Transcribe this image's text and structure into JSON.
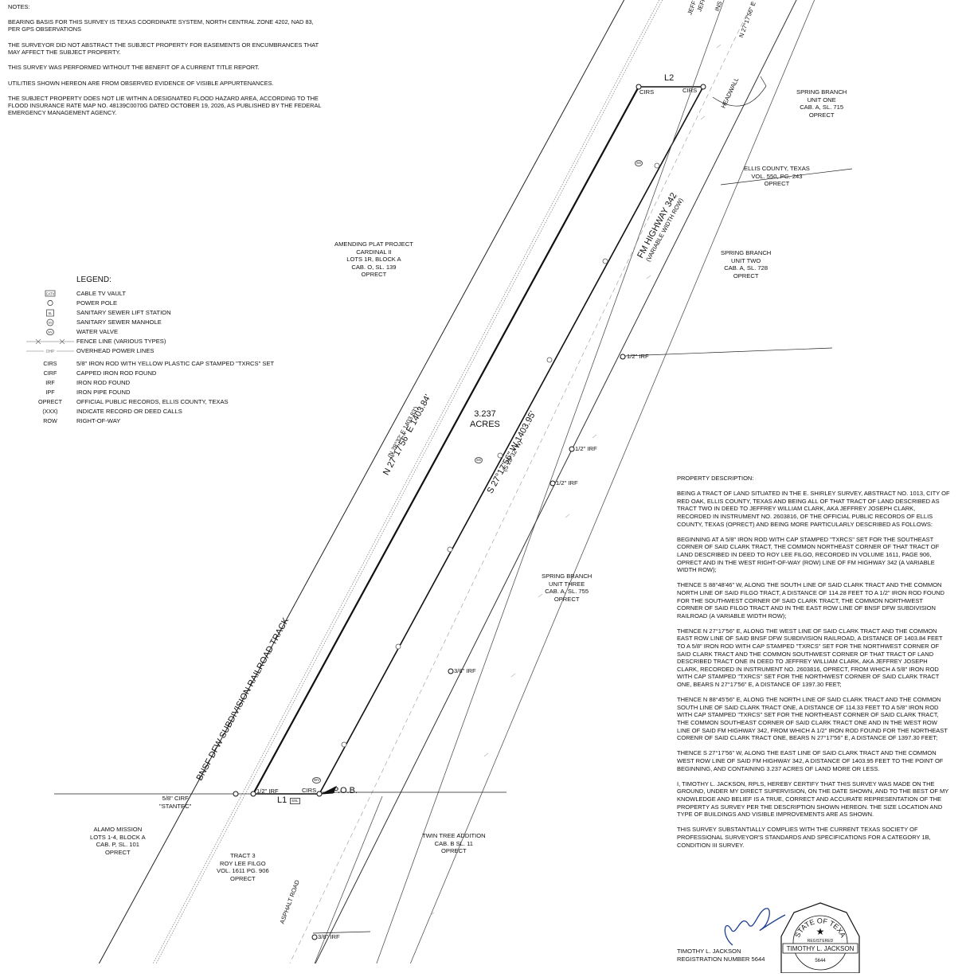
{
  "notes": {
    "header": "NOTES:",
    "lines": [
      "BEARING BASIS FOR THIS SURVEY IS TEXAS COORDINATE SYSTEM, NORTH CENTRAL ZONE 4202, NAD 83, PER GPS OBSERVATIONS",
      "THE SURVEYOR DID NOT ABSTRACT THE SUBJECT PROPERTY FOR EASEMENTS OR ENCUMBRANCES THAT MAY AFFECT THE SUBJECT PROPERTY.",
      "THIS SURVEY WAS PERFORMED WITHOUT THE BENEFIT OF A CURRENT TITLE REPORT.",
      "UTILITIES SHOWN HEREON ARE FROM OBSERVED EVIDENCE OF VISIBLE APPURTENANCES.",
      "THE SUBJECT PROPERTY DOES NOT LIE WITHIN A DESIGNATED FLOOD HAZARD AREA, ACCORDING TO THE FLOOD INSURANCE RATE MAP NO. 48139C0070G DATED OCTOBER 19, 2026, AS PUBLISHED BY THE FEDERAL EMERGENCY MANAGEMENT AGENCY."
    ]
  },
  "legend": {
    "title": "LEGEND:",
    "symbol_items": [
      {
        "icon": "cable-tv-vault-icon",
        "text": "CABLE TV VAULT"
      },
      {
        "icon": "power-pole-icon",
        "text": "POWER POLE"
      },
      {
        "icon": "sewer-lift-station-icon",
        "text": "SANITARY SEWER LIFT STATION"
      },
      {
        "icon": "sewer-manhole-icon",
        "text": "SANITARY SEWER MANHOLE"
      },
      {
        "icon": "water-valve-icon",
        "text": "WATER VALVE"
      },
      {
        "icon": "fence-line-icon",
        "text": "FENCE LINE (VARIOUS TYPES)"
      },
      {
        "icon": "overhead-power-line-icon",
        "text": "OVERHEAD POWER LINES"
      }
    ],
    "symbol_marks": {
      "tv": "CATV",
      "ssl": "SL",
      "ss": "SS",
      "wv": "WV",
      "ohp": "OHP"
    },
    "abbr_items": [
      {
        "abbr": "CIRS",
        "text": "5/8\" IRON ROD  WITH YELLOW PLASTIC CAP STAMPED \"TXRCS\" SET"
      },
      {
        "abbr": "CIRF",
        "text": "CAPPED IRON ROD FOUND"
      },
      {
        "abbr": "IRF",
        "text": "IRON ROD FOUND"
      },
      {
        "abbr": "IPF",
        "text": "IRON PIPE FOUND"
      },
      {
        "abbr": "OPRECT",
        "text": "OFFICIAL PUBLIC RECORDS, ELLIS COUNTY, TEXAS"
      },
      {
        "abbr": "(XXX)",
        "text": "INDICATE RECORD OR DEED CALLS"
      },
      {
        "abbr": "ROW",
        "text": "RIGHT-OF-WAY"
      }
    ]
  },
  "map": {
    "tracts": {
      "spring_branch_one": [
        "SPRING BRANCH",
        "UNIT ONE",
        "CAB. A, SL. 715",
        "OPRECT"
      ],
      "ellis_county": [
        "ELLIS COUNTY, TEXAS",
        "VOL. 550, PG. 243",
        "OPRECT"
      ],
      "spring_branch_two": [
        "SPRING BRANCH",
        "UNIT TWO",
        "CAB. A, SL. 728",
        "OPRECT"
      ],
      "amending_plat": [
        "AMENDING PLAT PROJECT",
        "CARDINAL II",
        "LOTS 1R, BLOCK A",
        "CAB. O, SL. 139",
        "OPRECT"
      ],
      "spring_branch_three": [
        "SPRING BRANCH",
        "UNIT THREE",
        "CAB. A, SL. 755",
        "OPRECT"
      ],
      "alamo_mission": [
        "ALAMO MISSION",
        "LOTS 1-4, BLOCK A",
        "CAB. P, SL. 101",
        "OPRECT"
      ],
      "tract_3": [
        "TRACT 3",
        "ROY LEE FILGO",
        "VOL. 1611 PG. 906",
        "OPRECT"
      ],
      "twin_tree": [
        "TWIN TREE ADDITION",
        "CAB. B SL. 11",
        "OPRECT"
      ]
    },
    "acreage": [
      "3.237",
      "ACRES"
    ],
    "bearings": {
      "west_line": "N 27°17'56\" E  1403.84'",
      "west_record": "(N 28°32' E  1403.83')",
      "east_line": "S 27°17'56\" W  1403.95'",
      "east_record": "(S 28°32' W)",
      "top_right": "N 27°17'56\" E"
    },
    "road_names": {
      "highway": "FM HIGHWAY 342",
      "highway_sub": "(VARIABLE WIDTH ROW)",
      "railroad": "BNSF DFW SUBDIVISION RAILROAD TRACK",
      "asphalt": "ASPHALT ROAD",
      "headwall": "HEADWALL",
      "top_cut_1": "JEFF",
      "top_cut_2": "JEFF",
      "top_cut_3": "INS"
    },
    "points": {
      "cirs_top_left": "CIRS",
      "cirs_top_right": "CIRS",
      "l2": "L2",
      "l1": "L1",
      "irf_1": "1/2\" IRF",
      "irf_2": "1/2\" IRF",
      "irf_3": "1/2\" IRF",
      "irf_bottom": "1/2\" IRF",
      "irf_38": "3/8\" IRF",
      "irf_38_bottom": "3/8\" IRF",
      "cirs_bottom": "CIRS",
      "pob": "P.O.B.",
      "cirf_stantec_1": "5/8\" CIRF",
      "cirf_stantec_2": "\"STANTEC\""
    },
    "utility_marks": {
      "ss": "SS",
      "ssl": "SSL",
      "wv": "WV"
    }
  },
  "description": {
    "header": "PROPERTY DESCRIPTION:",
    "paragraphs": [
      "BEING A TRACT OF LAND SITUATED IN THE E. SHIRLEY SURVEY, ABSTRACT NO. 1013, CITY OF RED OAK, ELLIS COUNTY, TEXAS AND BEING ALL OF THAT TRACT OF LAND DESCRIBED AS TRACT TWO IN DEED TO JEFFREY WILLIAM CLARK, AKA JEFFREY JOSEPH CLARK, RECORDED IN INSTRUMENT NO. 2603816, OF THE OFFICIAL PUBLIC RECORDS OF ELLIS COUNTY, TEXAS (OPRECT) AND BEING MORE PARTICULARLY DESCRIBED AS FOLLOWS:",
      "BEGINNING AT A 5/8\" IRON ROD WITH CAP STAMPED \"TXRCS\" SET FOR THE SOUTHEAST CORNER OF SAID CLARK TRACT, THE COMMON NORTHEAST CORNER OF THAT TRACT OF LAND DESCRIBED IN DEED TO ROY LEE FILGO, RECORDED IN VOLUME 1611, PAGE 906, OPRECT AND IN THE WEST RIGHT-OF-WAY (ROW) LINE OF FM HIGHWAY 342 (A VARIABLE WIDTH ROW);",
      "THENCE S 88°48'46\" W, ALONG THE SOUTH LINE OF SAID CLARK TRACT AND THE COMMON NORTH LINE OF SAID FILGO TRACT, A DISTANCE OF 114.28 FEET TO A 1/2\" IRON ROD FOUND FOR THE SOUTHWEST CORNER OF SAID CLARK TRACT, THE COMMON NORTHWEST CORNER OF SAID FILGO TRACT AND IN THE EAST ROW LINE OF BNSF DFW SUBDIVISION RAILROAD (A VARIABLE WIDTH ROW);",
      "THENCE N 27°17'56\" E, ALONG THE WEST LINE OF SAID CLARK TRACT AND THE COMMON EAST ROW LINE OF SAID BNSF DFW SUBDIVISION RAILROAD, A DISTANCE OF 1403.84 FEET TO A 5/8\" IRON ROD WITH CAP STAMPED \"TXRCS\" SET FOR THE NORTHWEST CORNER OF SAID CLARK TRACT AND THE COMMON SOUTHWEST CORNER OF THAT TRACT OF LAND DESCRIBED TRACT ONE IN DEED TO JEFFREY WILLIAM CLARK, AKA JEFFREY JOSEPH CLARK, RECORDED IN INSTRUMENT NO. 2603816, OPRECT, FROM WHICH A 5/8\" IRON ROD WITH CAP STAMPED \"TXRCS\" SET FOR THE NORTHWEST CORNER OF SAID CLARK TRACT ONE, BEARS N 27°17'56\" E, A DISTANCE OF 1397.30 FEET;",
      "THENCE N 88°45'56\" E, ALONG THE NORTH LINE OF SAID CLARK TRACT AND THE COMMON SOUTH LINE OF SAID CLARK TRACT ONE, A DISTANCE OF 114.33 FEET TO A 5/8\" IRON ROD WITH CAP STAMPED \"TXRCS\" SET FOR THE NORTHEAST CORNER OF SAID CLARK TRACT, THE COMMON SOUTHEAST CORNER OF SAID CLARK TRACT ONE AND IN THE WEST ROW LINE OF SAID FM HIGHWAY 342, FROM WHICH A 1/2\" IRON ROD FOUND FOR THE NORTHEAST CORENR OF SAID CLARK TRACT ONE, BEARS N 27°17'56\" E, A DISTANCE OF 1397.30 FEET;",
      "THENCE S 27°17'56\" W, ALONG THE EAST LINE OF SAID CLARK TRACT AND THE COMMON WEST ROW LINE OF SAID FM HIGHWAY 342, A DISTANCE OF 1403.95 FEET TO THE POINT OF BEGINNING, AND CONTAINING 3.237 ACRES OF LAND MORE OR LESS.",
      "I, TIMOTHY L. JACKSON, RPLS, HEREBY CERTIFY THAT THIS SURVEY WAS MADE ON THE GROUND, UNDER MY DIRECT SUPERVISION, ON THE DATE SHOWN, AND TO THE BEST OF MY KNOWLEDGE AND BELIEF IS A TRUE, CORRECT AND ACCURATE REPRESENTATION OF THE PROPERTY AS SURVEY PER THE DESCRIPTION SHOWN HEREON. THE SIZE LOCATION AND TYPE OF BUILDINGS AND VISIBLE IMPROVEMENTS ARE AS SHOWN.",
      "THIS SURVEY SUBSTANTIALLY COMPLIES WITH THE CURRENT TEXAS SOCIETY OF PROFESSIONAL SURVEYOR'S STANDARDS AND SPECIFICATIONS FOR A CATEGORY 1B, CONDITION III SURVEY."
    ]
  },
  "certification": {
    "name": "TIMOTHY L. JACKSON",
    "registration": "REGISTRATION NUMBER 5644",
    "seal_state": "STATE OF TEXAS",
    "seal_registered": "REGISTERED",
    "seal_name": "TIMOTHY L. JACKSON",
    "seal_number": "5644"
  }
}
